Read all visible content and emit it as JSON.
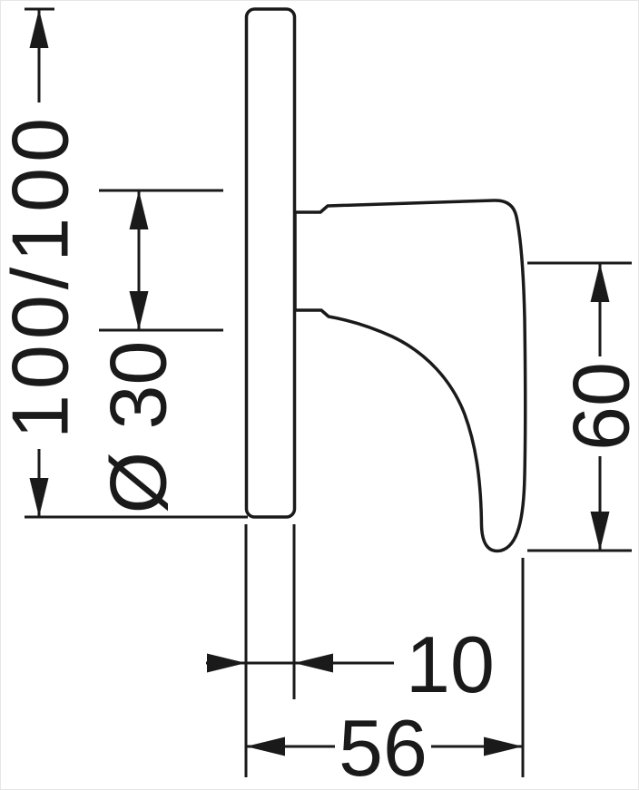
{
  "colors": {
    "line": "#1a1a1a",
    "background": "#ffffff"
  },
  "dimensions": {
    "plate_size": "100/100",
    "diameter": "Ø 30",
    "handle_height": "60",
    "plate_thickness": "10",
    "depth": "56"
  }
}
